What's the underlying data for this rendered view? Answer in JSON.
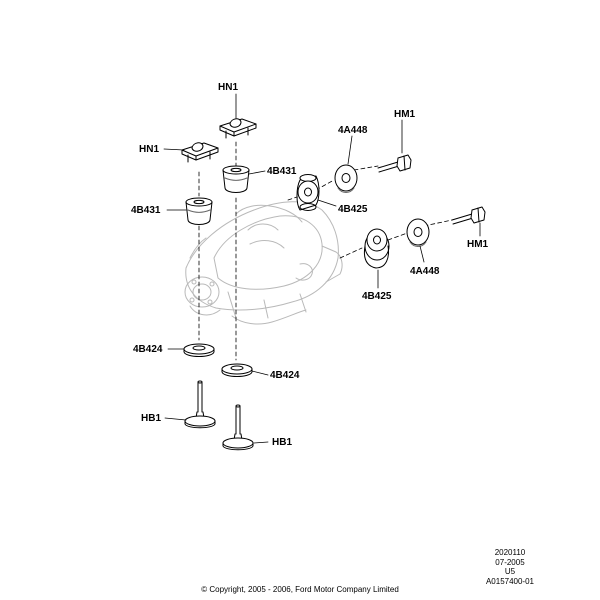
{
  "callouts": {
    "hn1_top": "HN1",
    "hn1_left": "HN1",
    "hm1_top": "HM1",
    "hm1_right": "HM1",
    "4a448_top": "4A448",
    "4a448_right": "4A448",
    "4b431_right": "4B431",
    "4b431_left": "4B431",
    "4b425_top": "4B425",
    "4b425_bottom": "4B425",
    "4b424_left": "4B424",
    "4b424_right": "4B424",
    "hb1_left": "HB1",
    "hb1_right": "HB1"
  },
  "meta": {
    "ref_number": "2020110",
    "date": "07-2005",
    "code": "U5",
    "illustration_id": "A0157400-01"
  },
  "copyright": "© Copyright, 2005 - 2006, Ford Motor Company Limited"
}
